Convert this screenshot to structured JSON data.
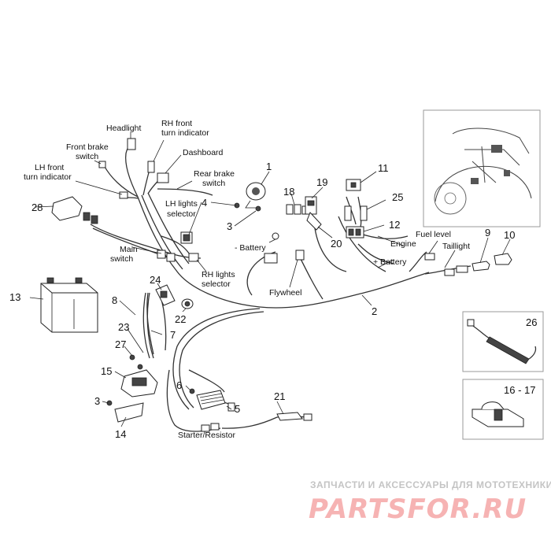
{
  "labels": {
    "headlight": "Headlight",
    "rh_front_turn_1": "RH front",
    "rh_front_turn_2": "turn indicator",
    "front_brake_1": "Front brake",
    "front_brake_2": "switch",
    "dashboard": "Dashboard",
    "lh_front_turn_1": "LH front",
    "lh_front_turn_2": "turn indicator",
    "rear_brake_1": "Rear brake",
    "rear_brake_2": "switch",
    "lh_lights_1": "LH lights",
    "lh_lights_2": "selector",
    "minus_battery": "- Battery",
    "main_switch_1": "Main",
    "main_switch_2": "switch",
    "rh_lights_1": "RH lights",
    "rh_lights_2": "selector",
    "flywheel": "Flywheel",
    "engine": "Engine",
    "fuel_level": "Fuel level",
    "taillight": "Taillight",
    "plus_battery": "+ Battery",
    "starter_resistor": "Starter/Resistor"
  },
  "part_numbers": {
    "p1": "1",
    "p2": "2",
    "p3a": "3",
    "p3b": "3",
    "p4": "4",
    "p6": "6",
    "p5": "5",
    "p7": "7",
    "p8": "8",
    "p9": "9",
    "p10": "10",
    "p11": "11",
    "p12": "12",
    "p13": "13",
    "p14": "14",
    "p15": "15",
    "p1617": "16 - 17",
    "p18": "18",
    "p19": "19",
    "p20": "20",
    "p21": "21",
    "p22": "22",
    "p23": "23",
    "p24": "24",
    "p25": "25",
    "p26": "26",
    "p27": "27",
    "p28": "28"
  },
  "watermark": {
    "tagline": "ЗАПЧАСТИ И АКСЕССУАРЫ ДЛЯ МОТОТЕХНИКИ",
    "brand": "PARTSFOR.RU"
  }
}
